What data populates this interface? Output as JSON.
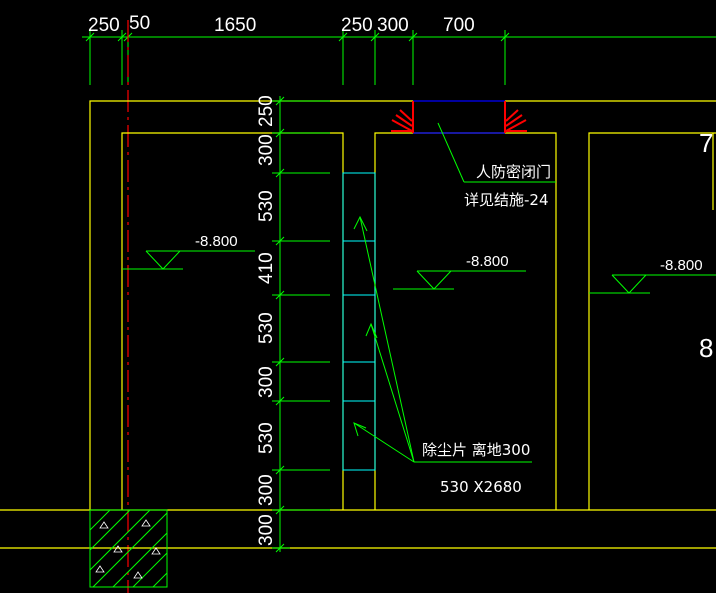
{
  "top_dimensions": [
    "250",
    "50",
    "1650",
    "250",
    "300",
    "700"
  ],
  "side_dimensions": [
    "250",
    "300",
    "530",
    "410",
    "530",
    "300",
    "530",
    "300",
    "300"
  ],
  "elevations": [
    "-8.800",
    "-8.800",
    "-8.800"
  ],
  "door_note": {
    "line1": "人防密闭门",
    "line2": "详见结施-24"
  },
  "dust_note": {
    "line1": "除尘片 离地300",
    "line2": "530  X2680"
  },
  "right_numbers": [
    "7",
    "8"
  ],
  "colors": {
    "wall": "#ffff00",
    "dim": "#00ff00",
    "axis": "#ff0000",
    "grille": "#00ffff",
    "door": "#0000ff",
    "hatch": "#00ff00"
  }
}
